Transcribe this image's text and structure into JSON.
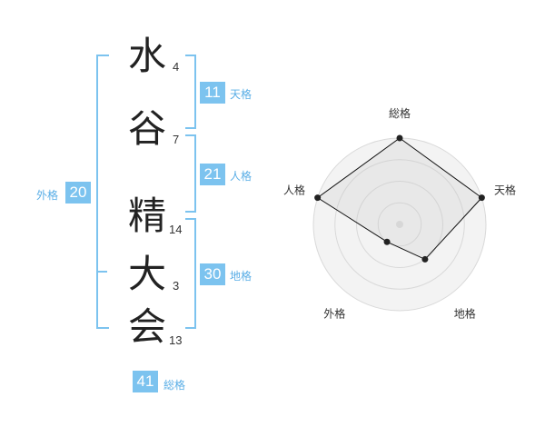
{
  "name": {
    "chars": [
      {
        "char": "水",
        "strokes": "4"
      },
      {
        "char": "谷",
        "strokes": "7"
      },
      {
        "char": "精",
        "strokes": "14"
      },
      {
        "char": "大",
        "strokes": "3"
      },
      {
        "char": "会",
        "strokes": "13"
      }
    ]
  },
  "fortunes": {
    "tenkaku": {
      "value": "11",
      "label": "天格"
    },
    "jinkaku": {
      "value": "21",
      "label": "人格"
    },
    "chikaku": {
      "value": "30",
      "label": "地格"
    },
    "gaikaku": {
      "value": "20",
      "label": "外格"
    },
    "soukaku": {
      "value": "41",
      "label": "総格"
    }
  },
  "colors": {
    "accent": "#7cc3ef",
    "accent_text": "#5aaee6"
  },
  "chart_data": {
    "type": "radar",
    "axes": [
      "総格",
      "天格",
      "地格",
      "外格",
      "人格"
    ],
    "values": [
      4,
      4,
      2,
      1,
      4
    ],
    "max": 4
  }
}
